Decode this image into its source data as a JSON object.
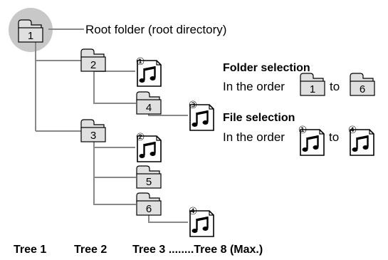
{
  "root": {
    "folder_number": "1",
    "label": "Root folder (root directory)"
  },
  "folders": [
    {
      "number": "2"
    },
    {
      "number": "4"
    },
    {
      "number": "3"
    },
    {
      "number": "5"
    },
    {
      "number": "6"
    }
  ],
  "files": [
    {
      "number": "①"
    },
    {
      "number": "③"
    },
    {
      "number": "②"
    },
    {
      "number": "④"
    }
  ],
  "legend": {
    "folder_selection": {
      "title": "Folder selection",
      "prefix": "In the order",
      "from_folder": "1",
      "connector": "to",
      "to_folder": "6"
    },
    "file_selection": {
      "title": "File selection",
      "prefix": "In the order",
      "from_file": "①",
      "connector": "to",
      "to_file": "④"
    }
  },
  "tree_labels": [
    "Tree 1",
    "Tree 2",
    "Tree 3 ........Tree 8 (Max.)"
  ],
  "colors": {
    "folder_fill": "#e0e0e0",
    "root_highlight": "#c8c8c8",
    "line": "#888888",
    "outline": "#000000",
    "text": "#000000"
  },
  "icons": [
    "folder-icon",
    "music-note-icon"
  ]
}
